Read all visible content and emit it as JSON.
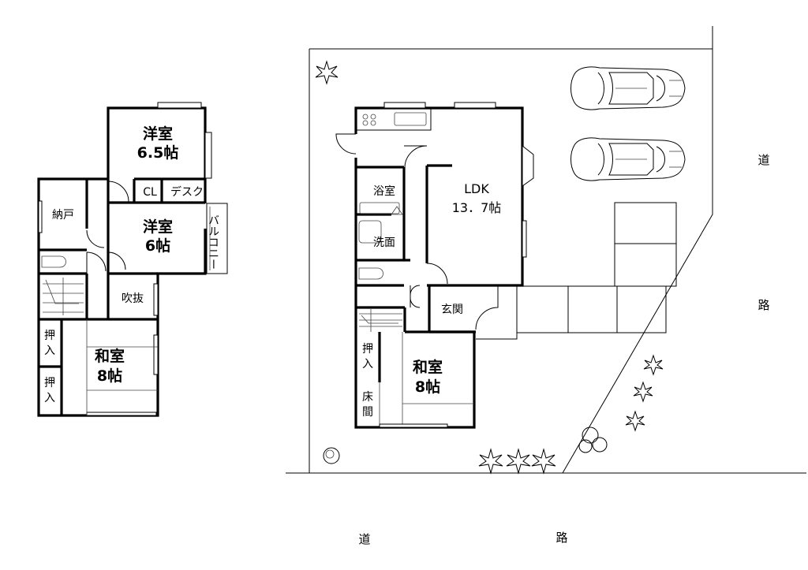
{
  "upper_floor": {
    "rooms": [
      {
        "id": "western-room-1",
        "line1": "洋室",
        "line2": "6.5帖"
      },
      {
        "id": "western-room-2",
        "line1": "洋室",
        "line2": "6帖"
      },
      {
        "id": "storage-room",
        "line1": "納戸"
      },
      {
        "id": "closet",
        "line1": "CL"
      },
      {
        "id": "desk",
        "line1": "デスク"
      },
      {
        "id": "balcony",
        "line1": "バルコニー"
      },
      {
        "id": "atrium",
        "line1": "吹抜"
      },
      {
        "id": "japanese-room-upper",
        "line1": "和室",
        "line2": "8帖"
      },
      {
        "id": "oshiire-1",
        "line1": "押",
        "line2": "入"
      },
      {
        "id": "oshiire-2",
        "line1": "押",
        "line2": "入"
      }
    ]
  },
  "ground_floor": {
    "rooms": [
      {
        "id": "ldk",
        "line1": "LDK",
        "line2": "13．7帖"
      },
      {
        "id": "bathroom",
        "line1": "浴室"
      },
      {
        "id": "washroom",
        "line1": "洗面"
      },
      {
        "id": "entrance",
        "line1": "玄関"
      },
      {
        "id": "japanese-room-ground",
        "line1": "和室",
        "line2": "8帖"
      },
      {
        "id": "oshiire-ground",
        "line1": "押",
        "line2": "入"
      },
      {
        "id": "tokonoma",
        "line1": "床",
        "line2": "間"
      }
    ]
  },
  "roads": {
    "east": [
      "道",
      "路"
    ],
    "south": [
      "道",
      "路"
    ]
  },
  "parking": {
    "cars": 2
  }
}
